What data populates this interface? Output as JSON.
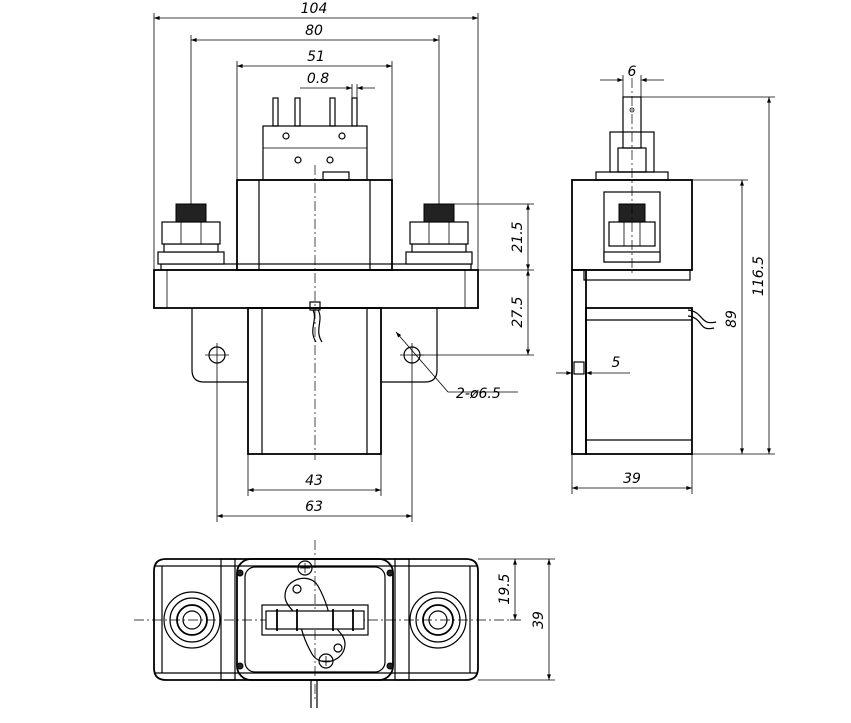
{
  "dimensions": {
    "overall_width": "104",
    "terminal_spacing": "80",
    "cover_width": "51",
    "pin_thickness": "0.8",
    "pin_width": "6",
    "terminal_height": "21.5",
    "flange_to_hole": "27.5",
    "overall_height": "116.5",
    "body_height": "89",
    "side_step": "5",
    "holes": "2-ø6.5",
    "coil_width": "43",
    "hole_spacing": "63",
    "side_depth": "39",
    "half_depth": "19.5",
    "bottom_depth": "39"
  }
}
